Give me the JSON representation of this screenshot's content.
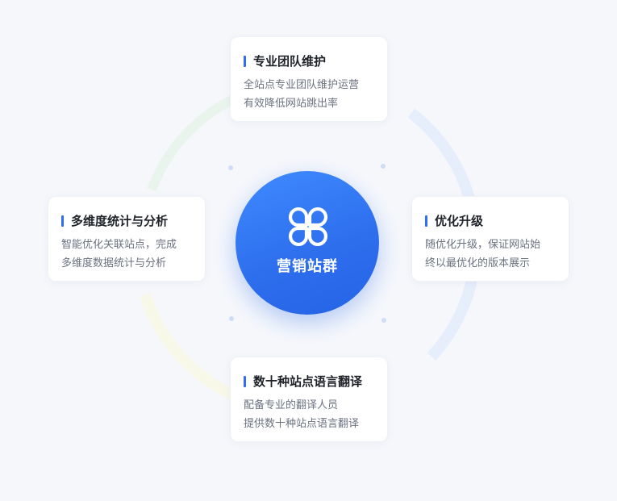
{
  "center": {
    "label": "营销站群",
    "icon": "four-petal-icon",
    "color_start": "#3f8bff",
    "color_end": "#2563e6"
  },
  "cards": {
    "top": {
      "title": "专业团队维护",
      "line1": "全站点专业团队维护运营",
      "line2": "有效降低网站跳出率"
    },
    "left": {
      "title": "多维度统计与分析",
      "line1": "智能优化关联站点，完成",
      "line2": "多维度数据统计与分析"
    },
    "right": {
      "title": "优化升级",
      "line1": "随优化升级，保证网站始",
      "line2": "终以最优化的版本展示"
    },
    "bottom": {
      "title": "数十种站点语言翻译",
      "line1": "配备专业的翻译人员",
      "line2": "提供数十种站点语言翻译"
    }
  },
  "colors": {
    "accent": "#2f6df2",
    "background": "#f5f7fb",
    "ring_green": "#e7f3ec",
    "ring_blue": "#e5ecfb",
    "ring_yellow": "#f6f7e6"
  }
}
